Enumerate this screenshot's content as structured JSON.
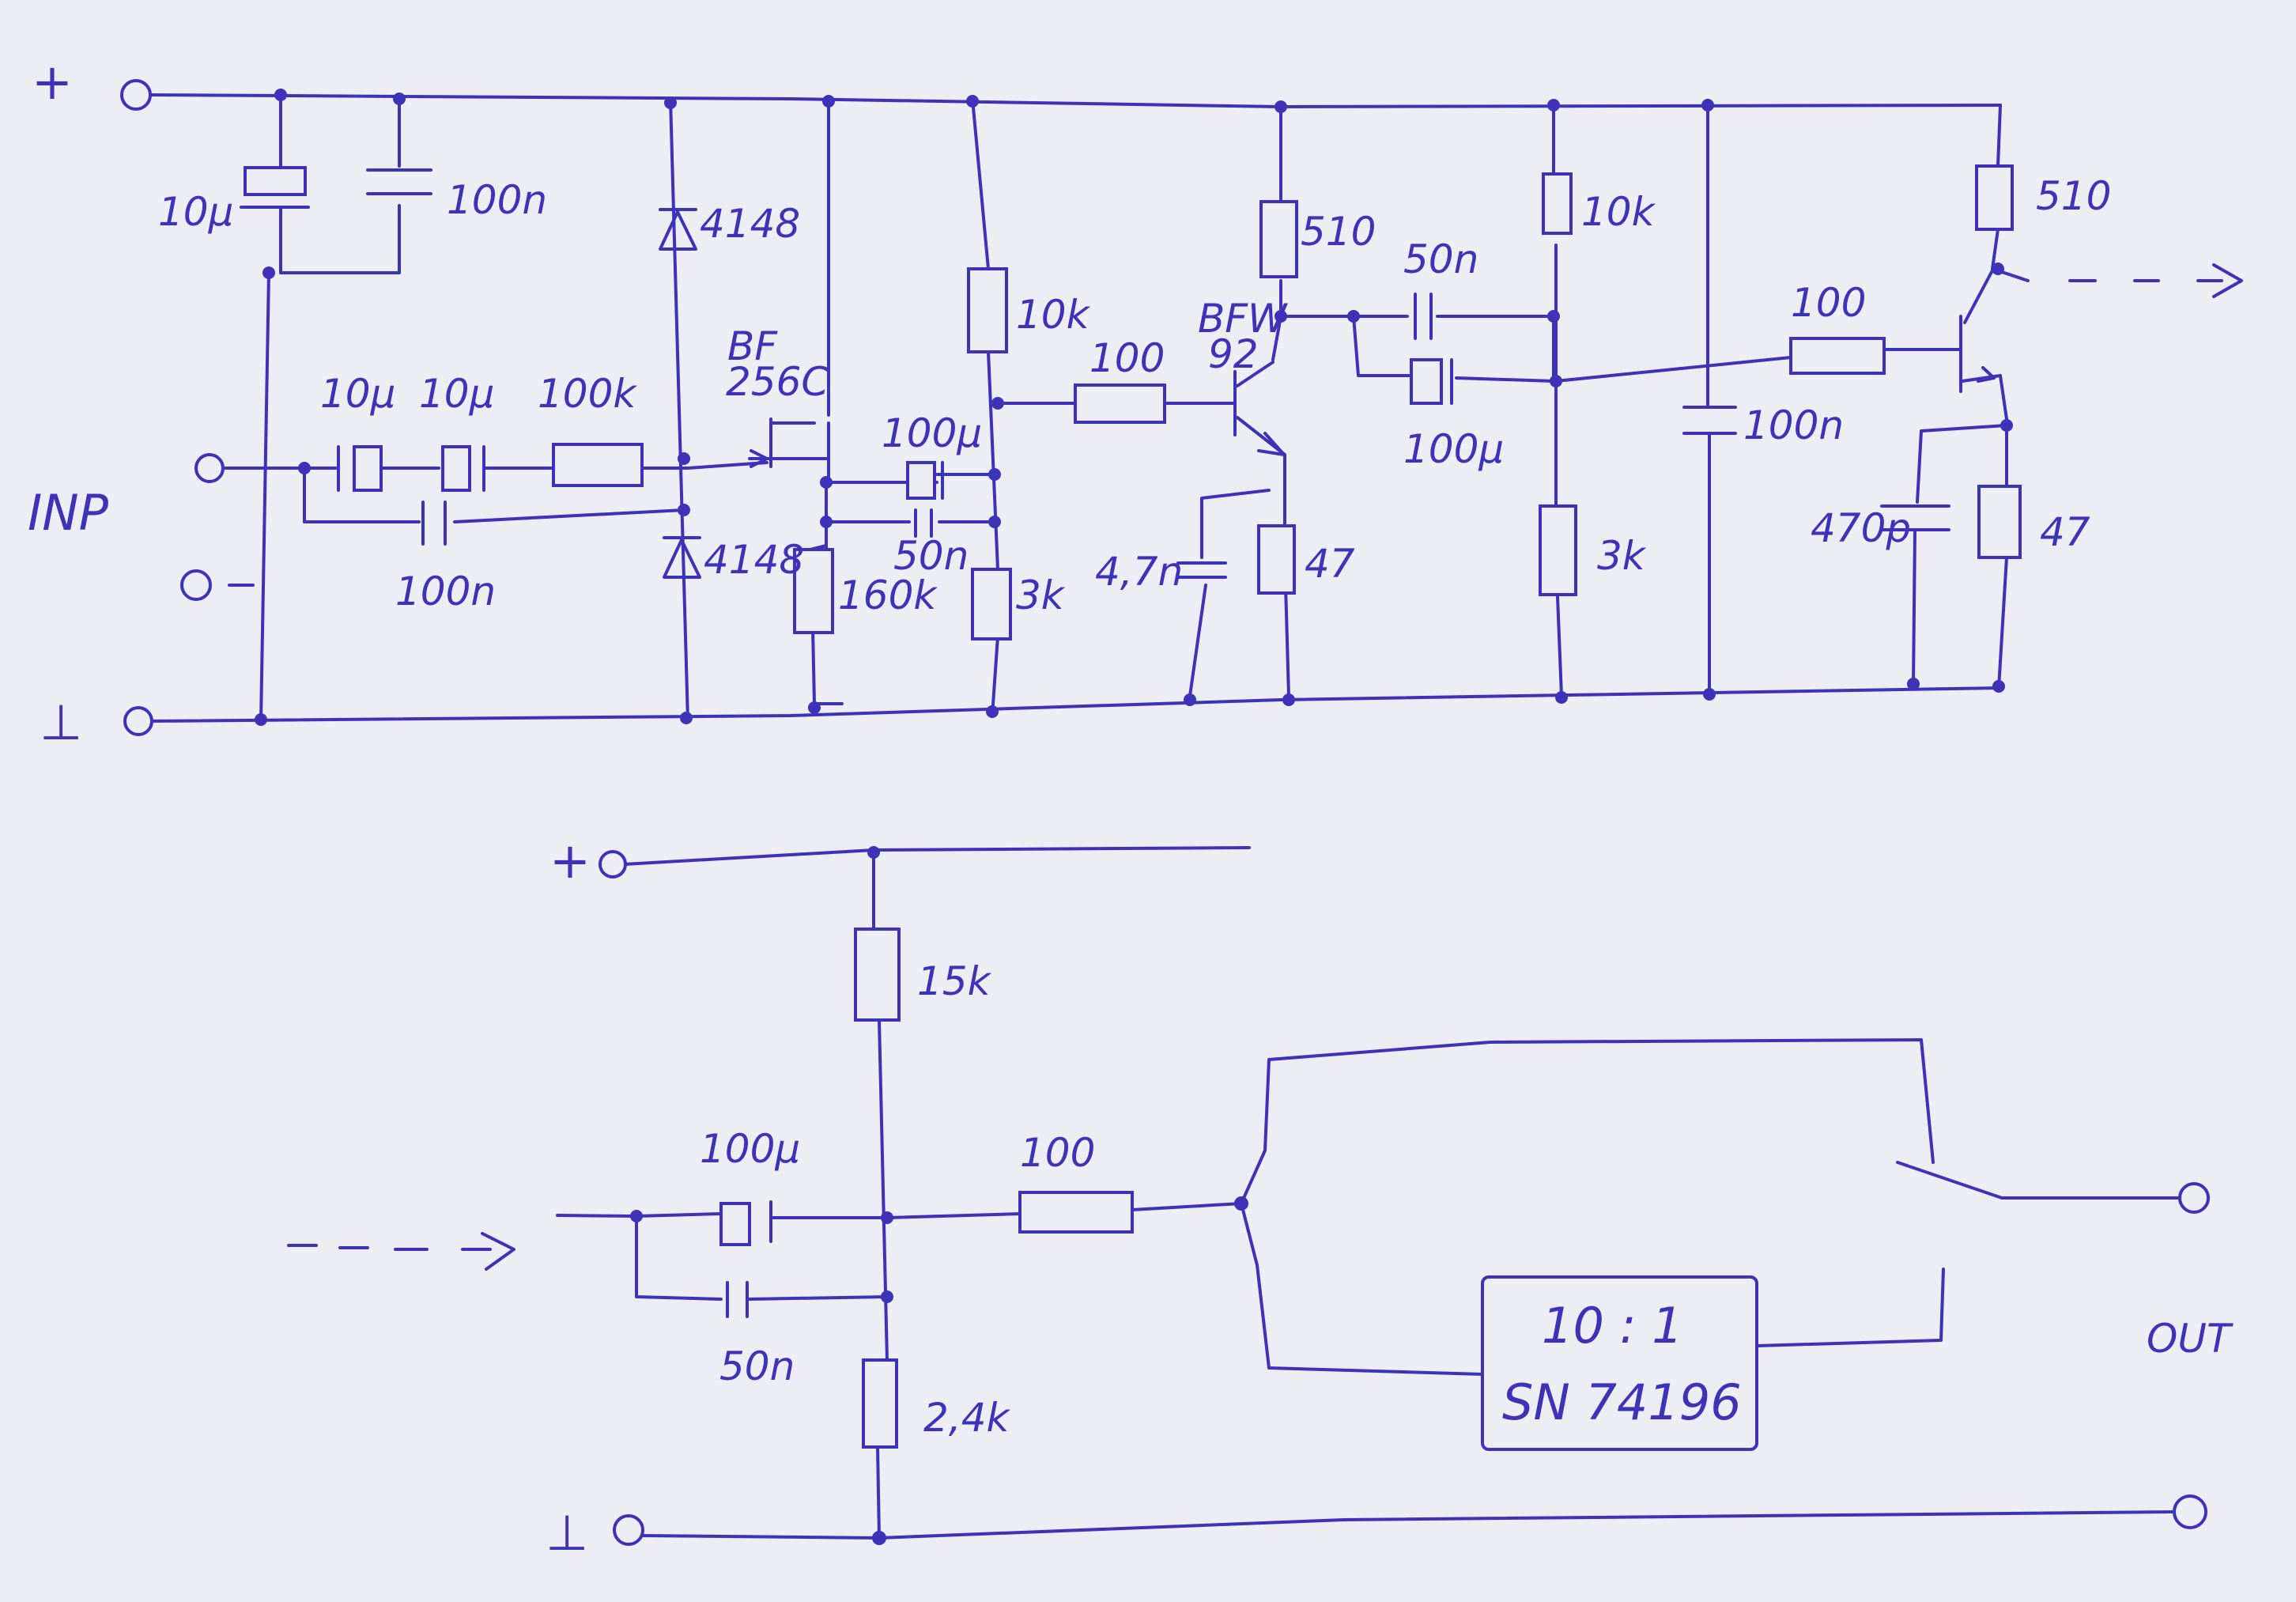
{
  "ink_color": "#3e33b8",
  "paper_color": "#ededf4",
  "circuit1": {
    "plus": "+",
    "ground": "⊥",
    "input": "INP",
    "c_supply_elko": "10µ",
    "c_supply": "100n",
    "c_in1": "10µ",
    "c_in2": "10µ",
    "r_in": "100k",
    "c_in_byp": "100n",
    "d_top": "4148",
    "d_bot": "4148",
    "fet1": "BF",
    "fet2": "256C",
    "c_fet_elko": "100µ",
    "c_fet": "50n",
    "r_gate": "160k",
    "r_bias_top": "10k",
    "r_bias_bot": "3k",
    "r_base": "100",
    "bjt1": "BFW",
    "bjt2": "92",
    "r_coll": "510",
    "c_emit": "4,7n",
    "r_emit": "47",
    "c_cpl": "50n",
    "c_cpl_elko": "100µ",
    "r_div_top": "10k",
    "r_div_bot": "3k",
    "c_byp": "100n",
    "r_base2": "100",
    "r_coll2": "510",
    "c_emit2": "470p",
    "r_emit2": "47"
  },
  "circuit2": {
    "plus": "+",
    "ground": "⊥",
    "r_top": "15k",
    "c_in_elko": "100µ",
    "c_in": "50n",
    "r_bot": "2,4k",
    "r_ser": "100",
    "divider_ratio": "10 : 1",
    "divider_ic": "SN 74196",
    "output": "OUT"
  }
}
